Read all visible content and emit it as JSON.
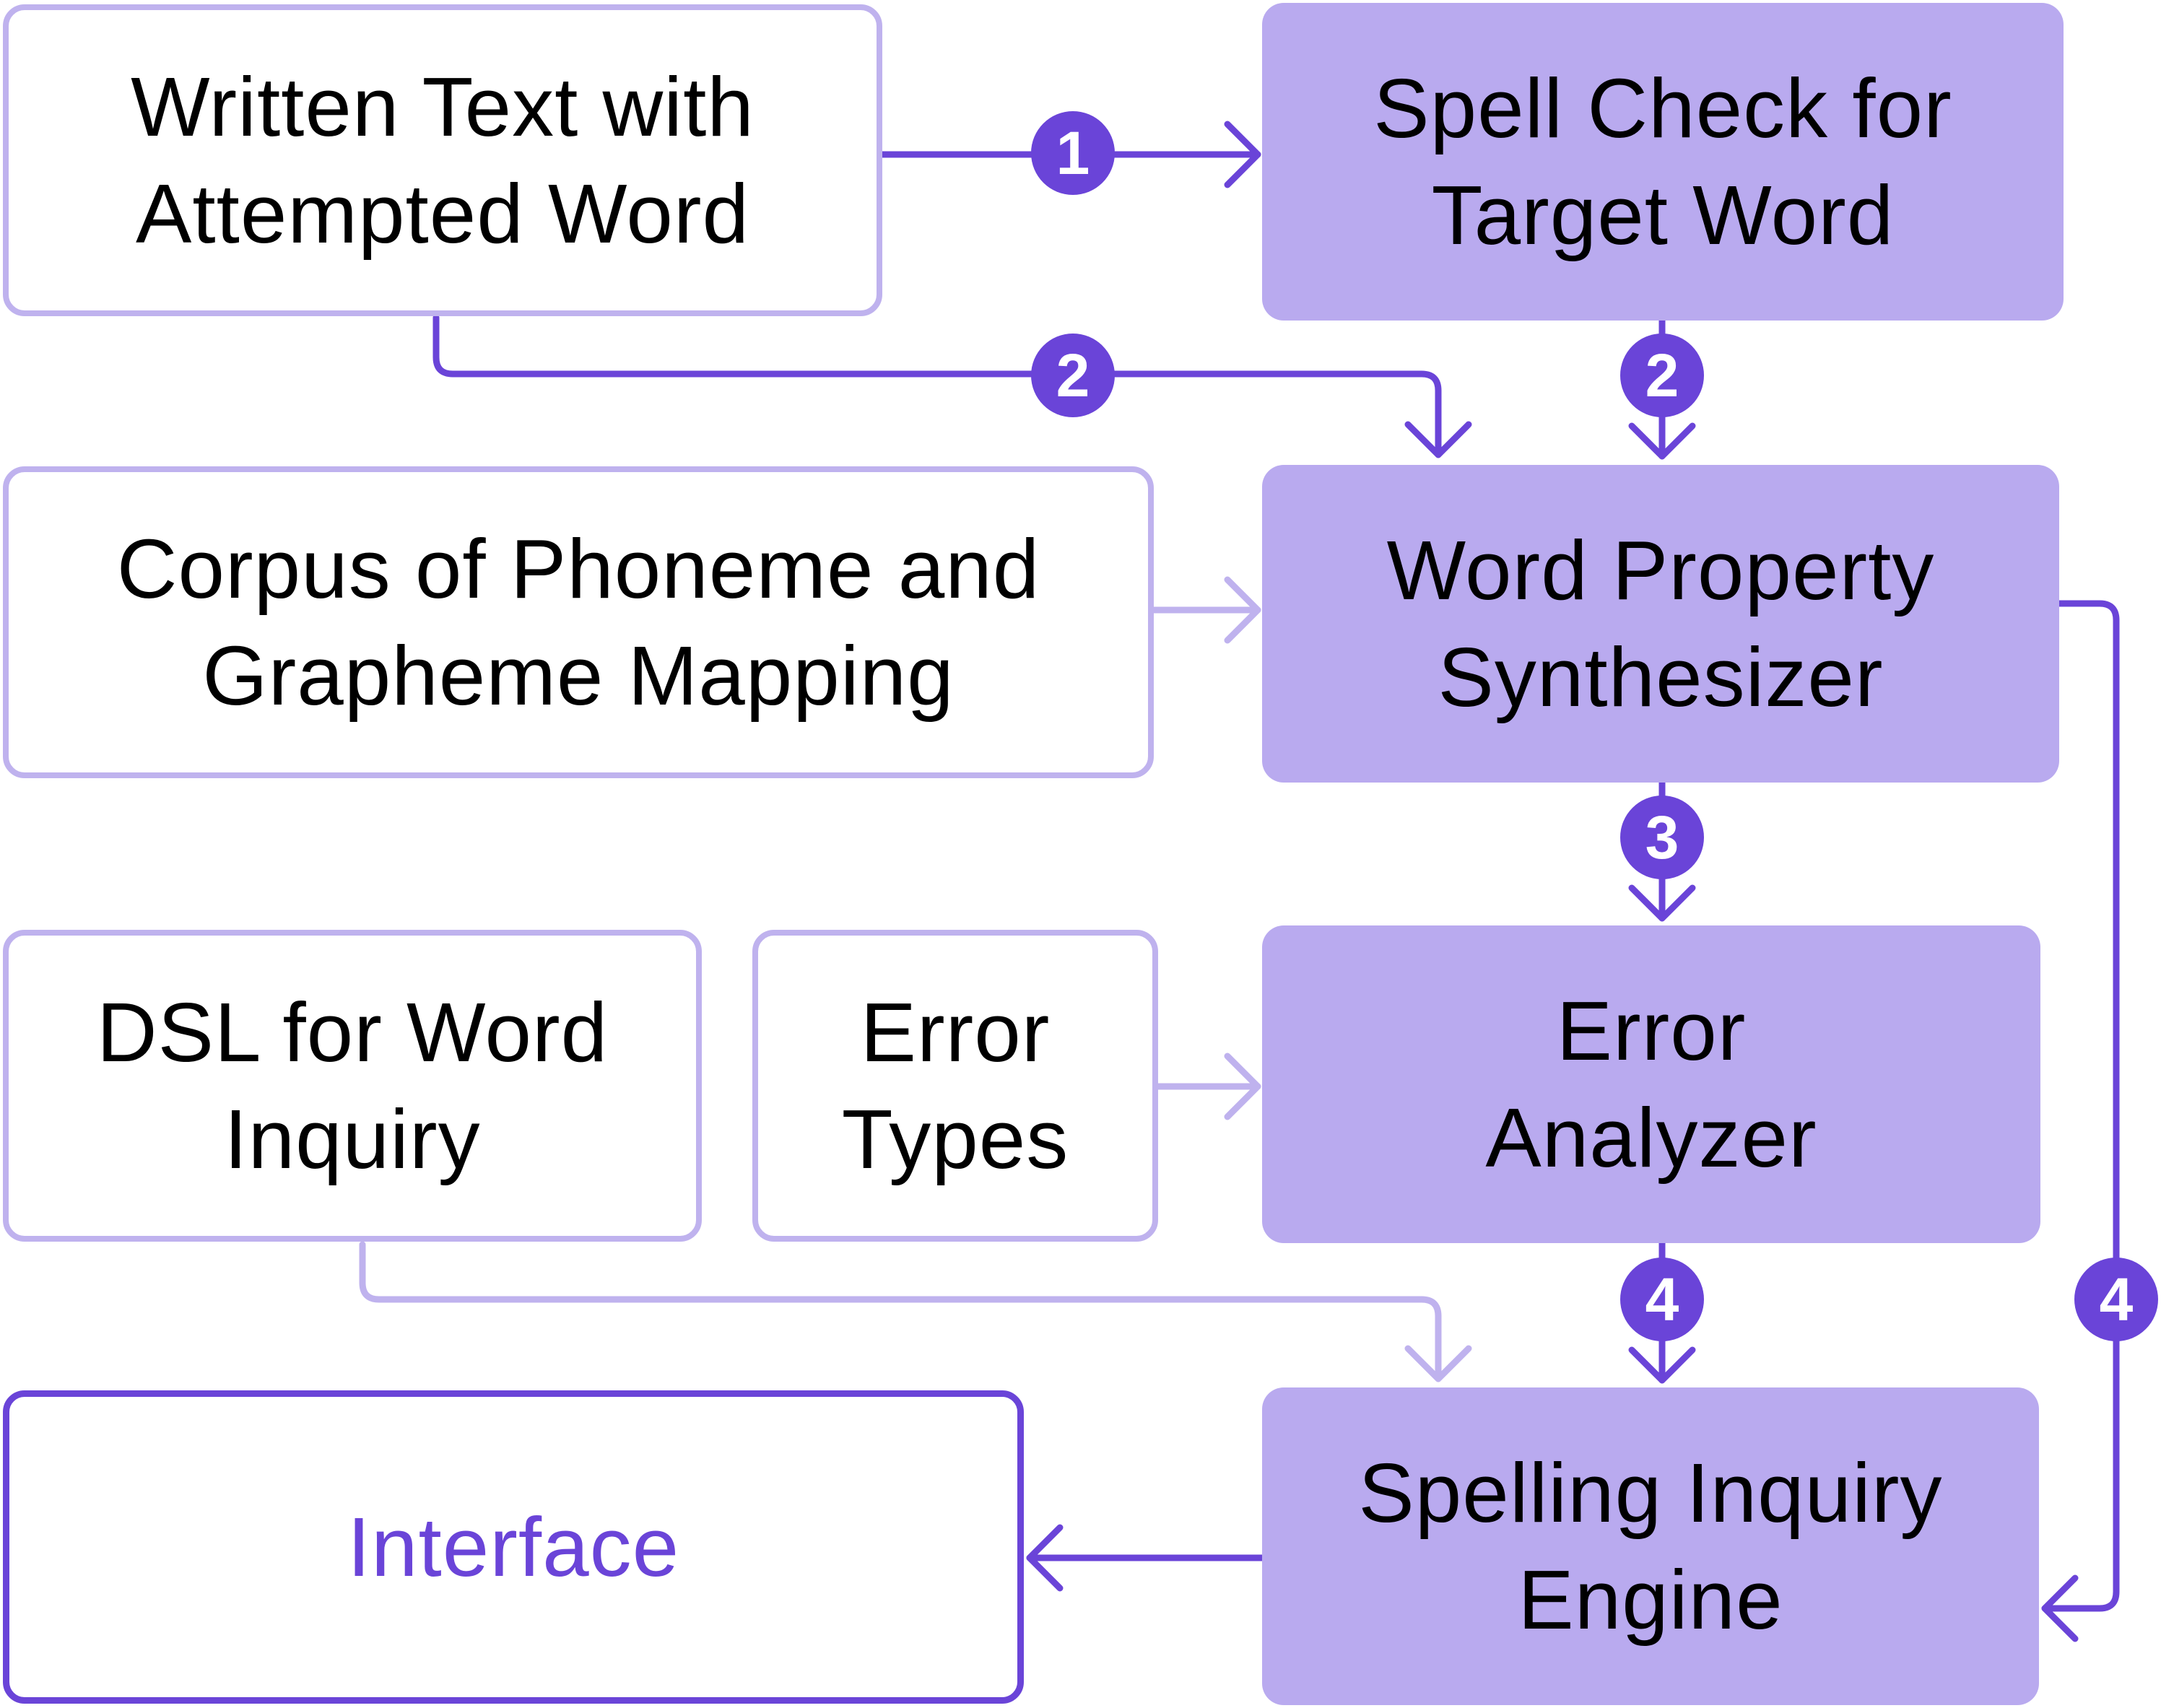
{
  "nodes": {
    "written_text": "Written Text with\nAttempted Word",
    "spell_check": "Spell Check for\nTarget Word",
    "corpus": "Corpus of Phoneme and\nGrapheme Mapping",
    "word_property": "Word Property\nSynthesizer",
    "dsl": "DSL for Word\nInquiry",
    "error_types": "Error\nTypes",
    "error_analyzer": "Error\nAnalyzer",
    "interface": "Interface",
    "spelling_engine": "Spelling Inquiry\nEngine"
  },
  "steps": {
    "step1": "1",
    "step2a": "2",
    "step2b": "2",
    "step3": "3",
    "step4a": "4",
    "step4b": "4"
  },
  "colors": {
    "accent": "#6a44d8",
    "box_fill": "#b9aaef",
    "box_outline": "#bfb2ee"
  }
}
